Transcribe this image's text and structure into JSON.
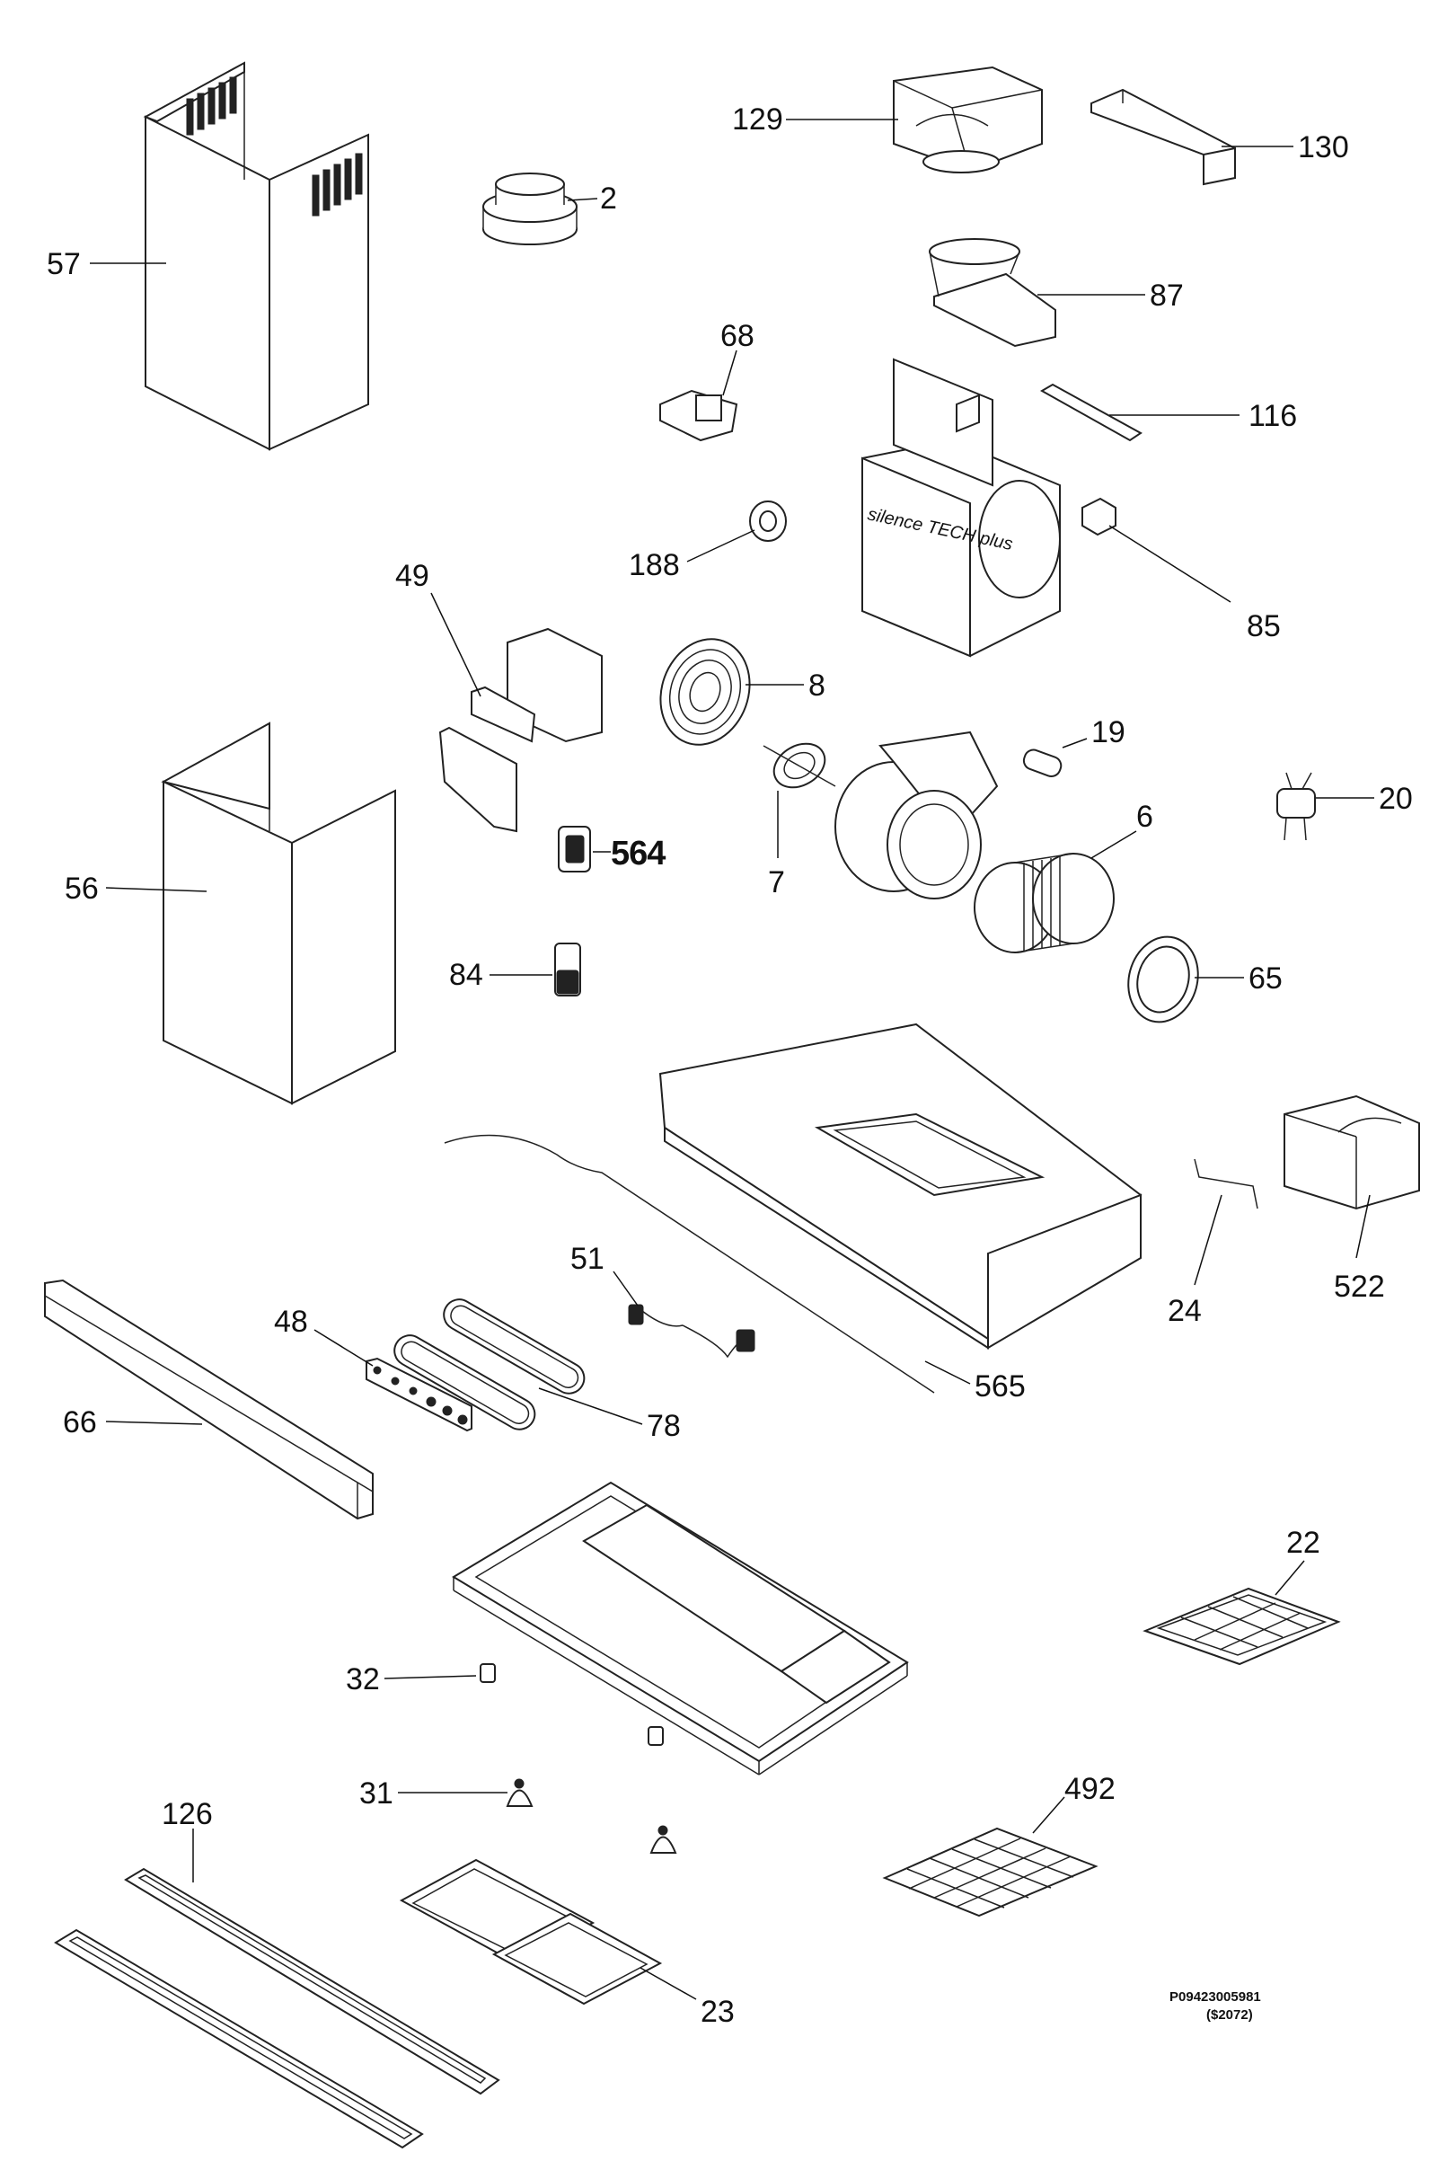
{
  "diagram": {
    "labels": {
      "p2": "2",
      "p6": "6",
      "p7": "7",
      "p8": "8",
      "p19": "19",
      "p20": "20",
      "p22": "22",
      "p23": "23",
      "p24": "24",
      "p31": "31",
      "p32": "32",
      "p48": "48",
      "p49": "49",
      "p51": "51",
      "p56": "56",
      "p57": "57",
      "p65": "65",
      "p66": "66",
      "p68": "68",
      "p78": "78",
      "p84": "84",
      "p85": "85",
      "p87": "87",
      "p116": "116",
      "p126": "126",
      "p129": "129",
      "p130": "130",
      "p188": "188",
      "p492": "492",
      "p522": "522",
      "p564": "564",
      "p565": "565"
    },
    "brand_text": "silence TECH plus",
    "reference_code": "P09423005981",
    "reference_price": "($2072)"
  }
}
